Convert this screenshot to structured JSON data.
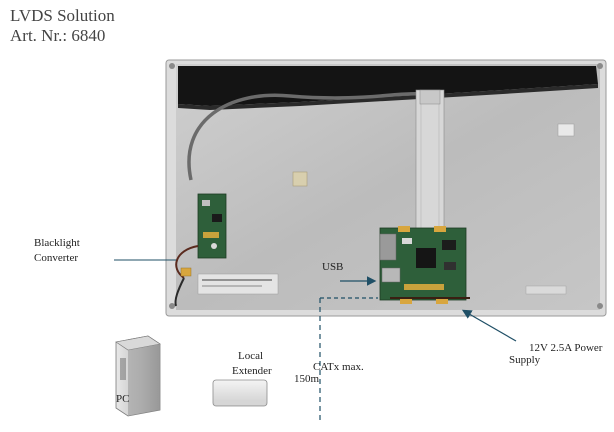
{
  "title_line1": "LVDS Solution",
  "title_line2": "Art. Nr.: 6840",
  "labels": {
    "backlight_1": "Blacklight",
    "backlight_2": "Converter",
    "usb": "USB",
    "power_1": "12V 2.5A Power",
    "power_2": "Supply",
    "local_1": "Local",
    "local_2": "Extender",
    "catx_1": "CATx max.",
    "catx_2": "150m",
    "pc": "PC"
  },
  "colors": {
    "panel_frame": "#d9d9d9",
    "panel_face": "#bdbdbd",
    "tape": "#141414",
    "board": "#2e5f3a",
    "arrow": "#1f4f66"
  }
}
